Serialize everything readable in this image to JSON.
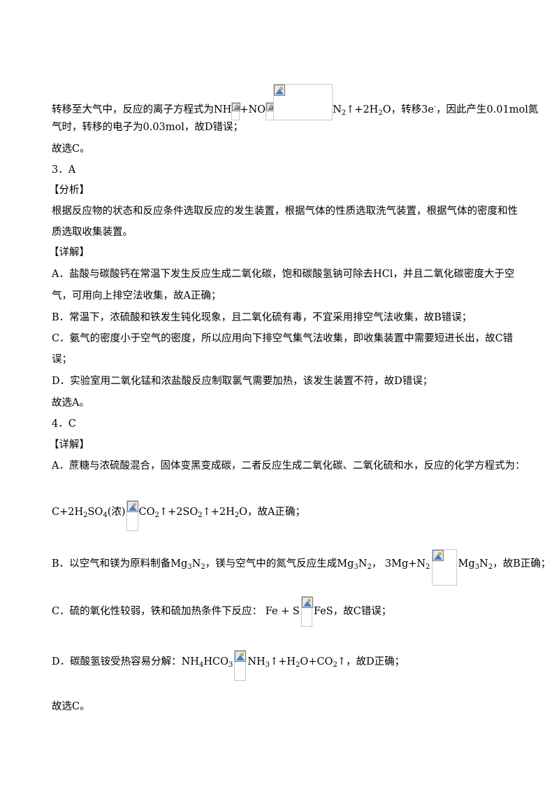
{
  "p1": {
    "a": "转移至大气中，反应的离子方程式为NH",
    "b": "+NO",
    "c": "N",
    "c_sub": "2",
    "d": "↑+2H",
    "d_sub": "2",
    "e": "O，转移3e",
    "e_sup": "-",
    "f": "，因此产生0.01mol氮"
  },
  "p2": "气时，转移的电子为0.03mol，故D错误；",
  "p3": "故选C。",
  "q3_num": "3．A",
  "q3_analysis_head": "【分析】",
  "q3_analysis_1": "根据反应物的状态和反应条件选取反应的发生装置，根据气体的性质选取洗气装置，根据气体的密度和性",
  "q3_analysis_2": "质选取收集装置。",
  "q3_detail_head": "【详解】",
  "q3_A1": "A．盐酸与碳酸钙在常温下发生反应生成二氧化碳，饱和碳酸氢钠可除去HCl，并且二氧化碳密度大于空",
  "q3_A2": "气，可用向上排空法收集，故A正确；",
  "q3_B": "B．常温下，浓硫酸和铁发生钝化现象，且二氧化硫有毒，不宜采用排空气法收集，故B错误；",
  "q3_C1": "C．氨气的密度小于空气的密度，所以应用向下排空气集气法收集，即收集装置中需要短进长出，故C错",
  "q3_C2": "误；",
  "q3_D": "D．实验室用二氧化锰和浓盐酸反应制取氯气需要加热，该发生装置不符，故D错误；",
  "q3_end": "故选A。",
  "q4_num": "4．C",
  "q4_detail_head": "【详解】",
  "q4_A1": "A．蔗糖与浓硫酸混合，固体变黑变成碳，二者反应生成二氧化碳、二氧化硫和水，反应的化学方程式为：",
  "q4_A2": {
    "a": "C+2H",
    "a_sub": "2",
    "b": "SO",
    "b_sub": "4",
    "c": "(浓)",
    "d": "CO",
    "d_sub": "2",
    "e": "↑+2SO",
    "e_sub": "2",
    "f": "↑+2H",
    "f_sub": "2",
    "g": "O，故A正确；"
  },
  "q4_B": {
    "a": "B．以空气和镁为原料制备Mg",
    "a_sub": "3",
    "b": "N",
    "b_sub": "2",
    "c": "，镁与空气中的氮气反应生成Mg",
    "c_sub": "3",
    "d": "N",
    "d_sub": "2",
    "e": "，   3Mg+N",
    "e_sub": "2",
    "f": "Mg",
    "f_sub": "3",
    "g": "N",
    "g_sub": "2",
    "h": "，故B正确；"
  },
  "q4_C": {
    "a": "C．硫的氧化性较弱，铁和硫加热条件下反应：  Fe + S",
    "b": "FeS，故C错误；"
  },
  "q4_D": {
    "a": "D．碳酸氢铵受热容易分解：NH",
    "a_sub": "4",
    "b": "HCO",
    "b_sub": "3",
    "c": "NH",
    "c_sub": "3",
    "d": "↑+H",
    "d_sub": "2",
    "e": "O+CO",
    "e_sub": "2",
    "f": "↑，故D正确；"
  },
  "q4_end": "故选C。",
  "icons": [
    "broken-image-icon"
  ]
}
